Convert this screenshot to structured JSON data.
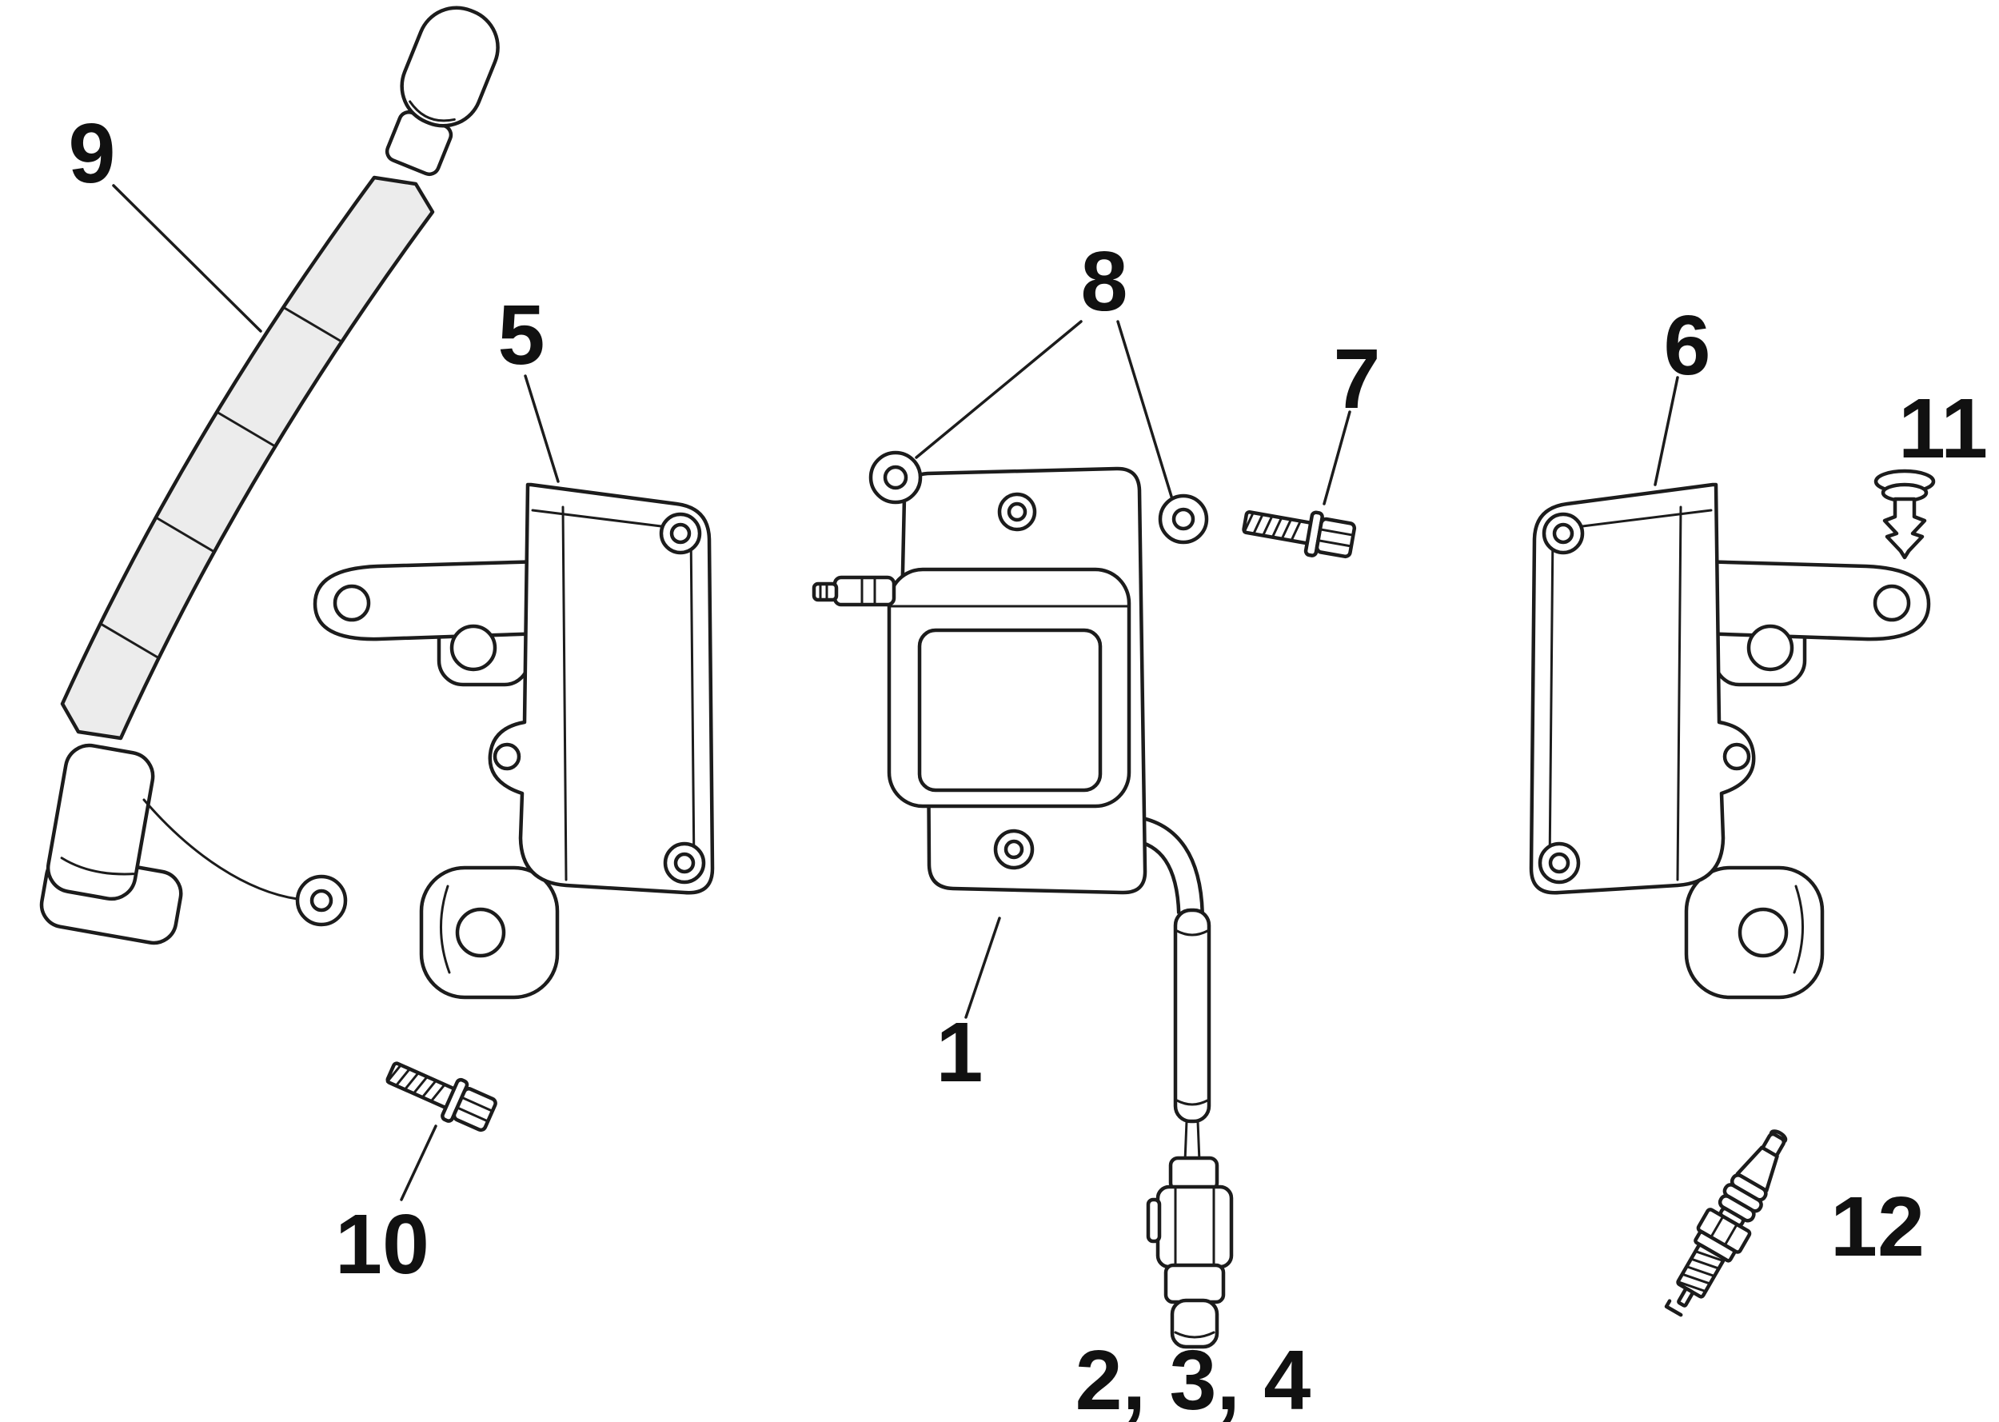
{
  "diagram": {
    "type": "exploded-parts-diagram",
    "background": "#ffffff",
    "colors": {
      "line": "#1c1c1c",
      "shade": "#ececec",
      "label": "#111111"
    }
  },
  "callouts": [
    {
      "label": "9",
      "part": "spark-plug-lead"
    },
    {
      "label": "5",
      "part": "coil-bracket-left"
    },
    {
      "label": "8",
      "part": "grommet-washers"
    },
    {
      "label": "7",
      "part": "screw"
    },
    {
      "label": "6",
      "part": "coil-bracket-right"
    },
    {
      "label": "11",
      "part": "push-rivet"
    },
    {
      "label": "1",
      "part": "ignition-coil"
    },
    {
      "label": "10",
      "part": "screw"
    },
    {
      "label": "2, 3, 4",
      "part": "connector-and-seals"
    },
    {
      "label": "12",
      "part": "spark-plug"
    }
  ]
}
